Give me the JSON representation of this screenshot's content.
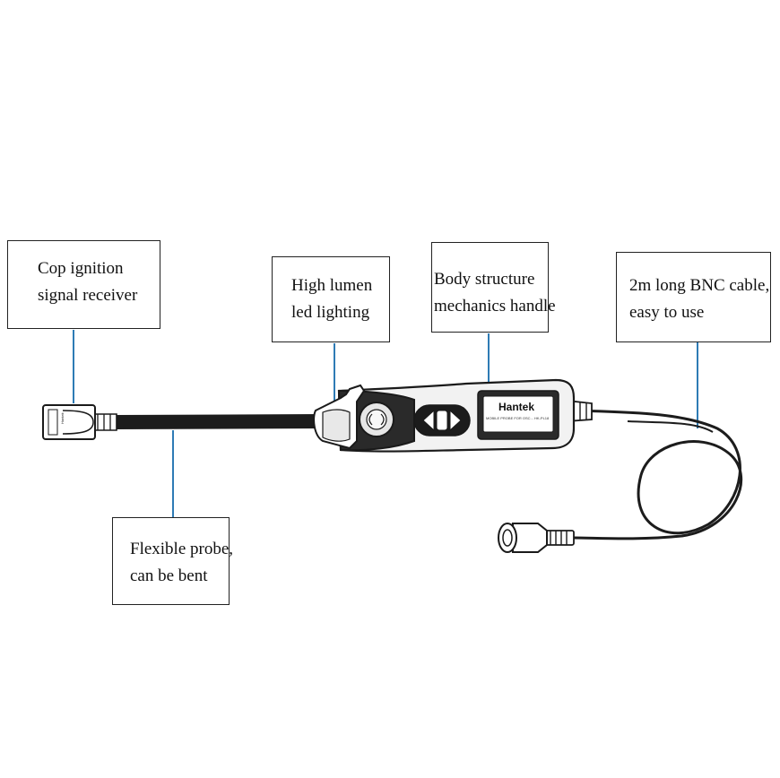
{
  "labels": {
    "cop": {
      "line1": "Cop ignition",
      "line2": "signal receiver"
    },
    "led": {
      "line1": "High lumen",
      "line2": "led lighting"
    },
    "body": {
      "line1": "Body structure",
      "line2": "mechanics handle"
    },
    "bnc": {
      "line1": "2m long BNC cable,",
      "line2": "easy to use"
    },
    "flex": {
      "line1": "Flexible probe,",
      "line2": "can be bent"
    }
  },
  "device": {
    "brand": "Hantek",
    "handle_print": "MOBILE PROBE FOR OSC... HK-PL18"
  },
  "colors": {
    "leader_line": "#2e7bb5",
    "outline": "#1a1a1a",
    "cable": "#1c1c1c",
    "handle_body": "#f2f2f2"
  }
}
